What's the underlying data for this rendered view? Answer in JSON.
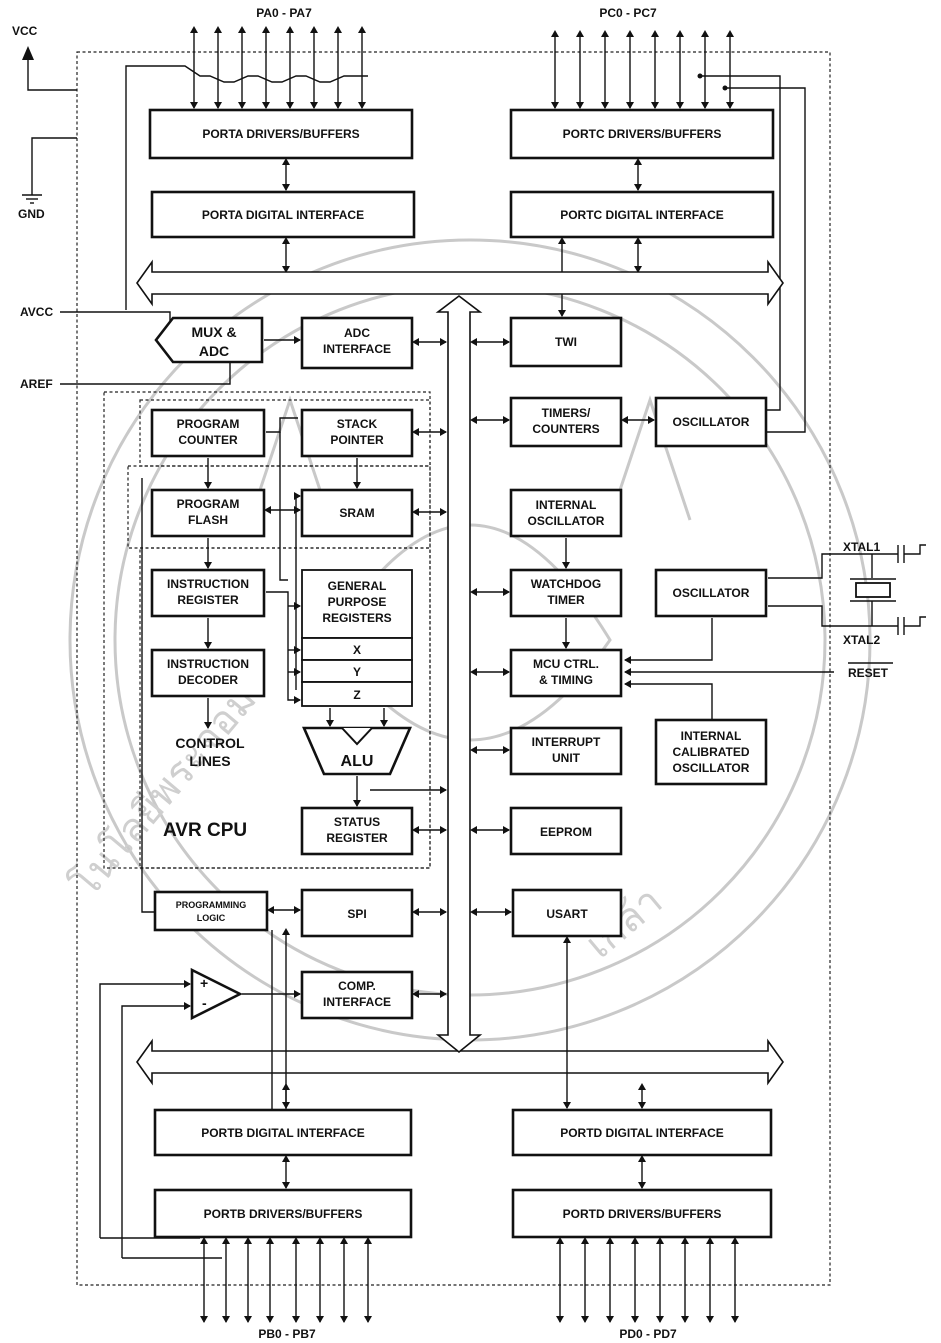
{
  "pins": {
    "porta": "PA0 - PA7",
    "portc": "PC0 - PC7",
    "portb": "PB0 - PB7",
    "portd": "PD0 - PD7",
    "vcc": "VCC",
    "gnd": "GND",
    "avcc": "AVCC",
    "aref": "AREF",
    "xtal1": "XTAL1",
    "xtal2": "XTAL2",
    "reset": "RESET"
  },
  "blocks": {
    "porta_drivers": "PORTA DRIVERS/BUFFERS",
    "porta_digital": "PORTA DIGITAL INTERFACE",
    "portc_drivers": "PORTC DRIVERS/BUFFERS",
    "portc_digital": "PORTC DIGITAL INTERFACE",
    "mux_adc": [
      "MUX &",
      "ADC"
    ],
    "adc_interface": [
      "ADC",
      "INTERFACE"
    ],
    "twi": "TWI",
    "program_counter": [
      "PROGRAM",
      "COUNTER"
    ],
    "stack_pointer": [
      "STACK",
      "POINTER"
    ],
    "timers_counters": [
      "TIMERS/",
      "COUNTERS"
    ],
    "oscillator_top": "OSCILLATOR",
    "program_flash": [
      "PROGRAM",
      "FLASH"
    ],
    "sram": "SRAM",
    "internal_oscillator": [
      "INTERNAL",
      "OSCILLATOR"
    ],
    "instruction_register": [
      "INSTRUCTION",
      "REGISTER"
    ],
    "gp_registers": [
      "GENERAL",
      "PURPOSE",
      "REGISTERS"
    ],
    "reg_x": "X",
    "reg_y": "Y",
    "reg_z": "Z",
    "watchdog_timer": [
      "WATCHDOG",
      "TIMER"
    ],
    "oscillator_mid": "OSCILLATOR",
    "instruction_decoder": [
      "INSTRUCTION",
      "DECODER"
    ],
    "mcu_ctrl": [
      "MCU CTRL.",
      "& TIMING"
    ],
    "control_lines": [
      "CONTROL",
      "LINES"
    ],
    "alu": "ALU",
    "interrupt_unit": [
      "INTERRUPT",
      "UNIT"
    ],
    "internal_calibrated_oscillator": [
      "INTERNAL",
      "CALIBRATED",
      "OSCILLATOR"
    ],
    "avr_cpu": "AVR CPU",
    "status_register": [
      "STATUS",
      "REGISTER"
    ],
    "eeprom": "EEPROM",
    "programming_logic": [
      "PROGRAMMING",
      "LOGIC"
    ],
    "spi": "SPI",
    "usart": "USART",
    "comparator_plus": "+",
    "comparator_minus": "-",
    "comp_interface": [
      "COMP.",
      "INTERFACE"
    ],
    "portb_digital": "PORTB DIGITAL INTERFACE",
    "portb_drivers": "PORTB DRIVERS/BUFFERS",
    "portd_digital": "PORTD DIGITAL INTERFACE",
    "portd_drivers": "PORTD DRIVERS/BUFFERS"
  }
}
